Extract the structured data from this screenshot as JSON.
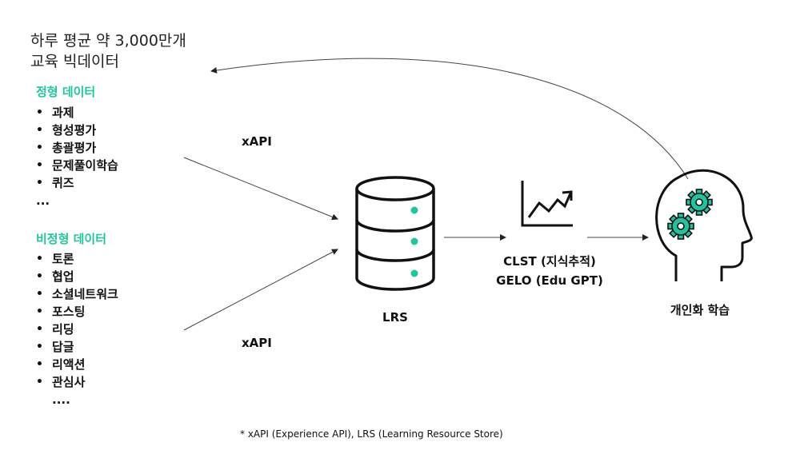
{
  "headline": [
    "하루 평균 약 3,000만개",
    "교육 빅데이터"
  ],
  "structured": {
    "title": "정형 데이터",
    "items": [
      "과제",
      "형성평가",
      "총괄평가",
      "문제풀이학습",
      "퀴즈"
    ],
    "more": "..."
  },
  "unstructured": {
    "title": "비정형 데이터",
    "items": [
      "토론",
      "협업",
      "소셜네트워크",
      "포스팅",
      "리딩",
      "답글",
      "리액션",
      "관심사"
    ],
    "more": "...."
  },
  "edges": {
    "top_label": "xAPI",
    "bottom_label": "xAPI"
  },
  "lrs": {
    "label": "LRS"
  },
  "analytics": {
    "line1": "CLST (지식추적)",
    "line2": "GELO (Edu GPT)"
  },
  "personal": {
    "label": "개인화 학습"
  },
  "footnote": "* xAPI (Experience API), LRS (Learning Resource Store)",
  "colors": {
    "accent": "#1ec6a0",
    "ink": "#111111"
  },
  "icons": [
    "database-icon",
    "trend-chart-icon",
    "head-gears-icon"
  ]
}
